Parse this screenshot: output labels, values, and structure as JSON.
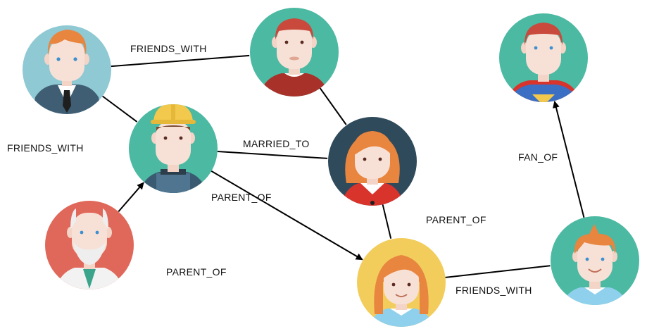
{
  "graph": {
    "nodes": [
      {
        "id": "businessman",
        "avatar": "businessman-icon",
        "bg": "#8fc9d3"
      },
      {
        "id": "bald-man",
        "avatar": "red-haired-man-icon",
        "bg": "#4cb9a2"
      },
      {
        "id": "superhero",
        "avatar": "superhero-icon",
        "bg": "#4cb9a2"
      },
      {
        "id": "worker",
        "avatar": "construction-worker-icon",
        "bg": "#4cb9a2"
      },
      {
        "id": "woman",
        "avatar": "red-haired-woman-icon",
        "bg": "#2f4a5a"
      },
      {
        "id": "grandpa",
        "avatar": "grandfather-icon",
        "bg": "#e0685a"
      },
      {
        "id": "girl",
        "avatar": "girl-icon",
        "bg": "#f2cd5c"
      },
      {
        "id": "boy",
        "avatar": "boy-icon",
        "bg": "#4cb9a2"
      }
    ],
    "edges": [
      {
        "from": "businessman",
        "to": "bald-man",
        "label": "FRIENDS_WITH",
        "arrow": false
      },
      {
        "from": "businessman",
        "to": "worker",
        "label": "FRIENDS_WITH",
        "arrow": false
      },
      {
        "from": "worker",
        "to": "woman",
        "label": "MARRIED_TO",
        "arrow": false
      },
      {
        "from": "worker",
        "to": "girl",
        "label": "PARENT_OF",
        "arrow": true
      },
      {
        "from": "bald-man",
        "to": "woman",
        "label": "",
        "arrow": false
      },
      {
        "from": "grandpa",
        "to": "worker",
        "label": "PARENT_OF",
        "arrow": true
      },
      {
        "from": "woman",
        "to": "girl",
        "label": "PARENT_OF",
        "arrow": false
      },
      {
        "from": "girl",
        "to": "boy",
        "label": "FRIENDS_WITH",
        "arrow": false
      },
      {
        "from": "boy",
        "to": "superhero",
        "label": "FAN_OF",
        "arrow": true
      }
    ]
  }
}
